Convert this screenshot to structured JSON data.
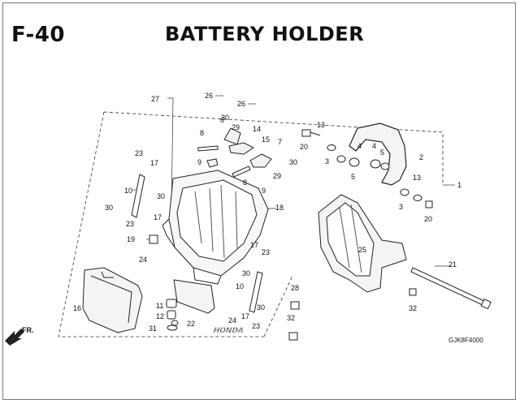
{
  "header": {
    "code": "F-40",
    "title": "BATTERY HOLDER"
  },
  "footer": {
    "ref_code": "GJK8F4000",
    "front_label": "FR.",
    "watermark": "HONDA"
  },
  "callouts": [
    "1",
    "2",
    "3",
    "3",
    "4",
    "4",
    "5",
    "5",
    "6",
    "7",
    "8",
    "8",
    "9",
    "9",
    "10",
    "10",
    "11",
    "12",
    "13",
    "13",
    "14",
    "15",
    "16",
    "17",
    "17",
    "17",
    "17",
    "18",
    "19",
    "20",
    "20",
    "21",
    "22",
    "23",
    "23",
    "23",
    "23",
    "24",
    "24",
    "25",
    "26",
    "26",
    "27",
    "28",
    "29",
    "29",
    "30",
    "30",
    "30",
    "30",
    "30",
    "30",
    "31",
    "32",
    "32"
  ]
}
